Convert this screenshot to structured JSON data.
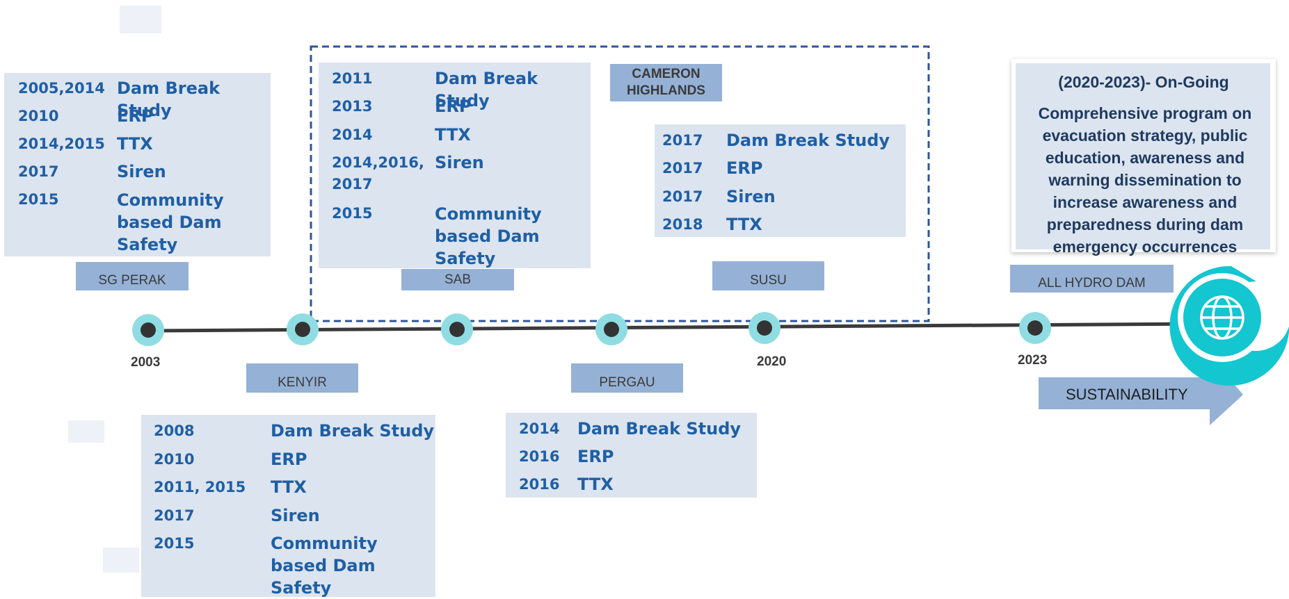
{
  "sites": {
    "sg_perak": {
      "label": "SG PERAK",
      "entries": [
        {
          "year": "2005,2014",
          "item": "Dam Break Study"
        },
        {
          "year": "2010",
          "item": "ERP"
        },
        {
          "year": "2014,2015",
          "item": "TTX"
        },
        {
          "year": "2017",
          "item": "Siren"
        },
        {
          "year": "2015",
          "item": "Community based Dam Safety"
        }
      ]
    },
    "sab": {
      "label": "SAB",
      "entries": [
        {
          "year": "2011",
          "item": "Dam Break Study"
        },
        {
          "year": "2013",
          "item": "ERP"
        },
        {
          "year": "2014",
          "item": "TTX"
        },
        {
          "year": "2014,2016, 2017",
          "item": "Siren"
        },
        {
          "year": "2015",
          "item": "Community based Dam Safety"
        }
      ]
    },
    "cameron": {
      "label_line1": "CAMERON",
      "label_line2": "HIGHLANDS"
    },
    "susu": {
      "label": "SUSU",
      "entries": [
        {
          "year": "2017",
          "item": "Dam Break Study"
        },
        {
          "year": "2017",
          "item": "ERP"
        },
        {
          "year": "2017",
          "item": "Siren"
        },
        {
          "year": "2018",
          "item": "TTX"
        }
      ]
    },
    "kenyir": {
      "label": "KENYIR",
      "entries": [
        {
          "year": "2008",
          "item": "Dam Break Study"
        },
        {
          "year": "2010",
          "item": "ERP"
        },
        {
          "year": "2011, 2015",
          "item": "TTX"
        },
        {
          "year": "2017",
          "item": "Siren"
        },
        {
          "year": "2015",
          "item": "Community based Dam Safety"
        }
      ]
    },
    "pergau": {
      "label": "PERGAU",
      "entries": [
        {
          "year": "2014",
          "item": "Dam Break Study"
        },
        {
          "year": "2016",
          "item": "ERP"
        },
        {
          "year": "2016",
          "item": "TTX"
        }
      ]
    },
    "all_hydro": {
      "label": "ALL HYDRO DAM"
    }
  },
  "ongoing": {
    "title": "(2020-2023)- On-Going",
    "body": "Comprehensive program on evacuation strategy, public education, awareness and warning dissemination to increase awareness and preparedness during dam emergency occurrences"
  },
  "timeline": {
    "year_2003": "2003",
    "year_2020": "2020",
    "year_2023": "2023"
  },
  "sustainability": {
    "label": "SUSTAINABILITY"
  },
  "colors": {
    "panel": "#dce4ef",
    "tag": "#95b1d6",
    "text_blue": "#1f5fa5",
    "teal": "#13c6d0",
    "line": "#333333",
    "dashed_border": "#2f5597"
  },
  "icons": {
    "globe": "globe-icon"
  }
}
